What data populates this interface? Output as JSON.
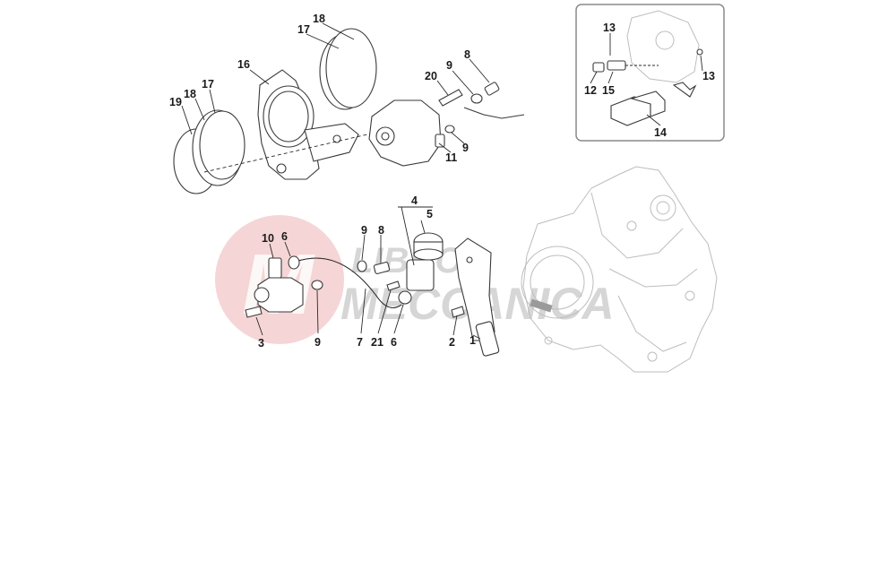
{
  "diagram": {
    "callouts": [
      "18",
      "17",
      "16",
      "18",
      "17",
      "19",
      "20",
      "9",
      "8",
      "9",
      "11",
      "13",
      "12",
      "15",
      "13",
      "14",
      "4",
      "5",
      "10",
      "6",
      "9",
      "8",
      "3",
      "9",
      "7",
      "21",
      "6",
      "2",
      "1"
    ]
  },
  "watermark": {
    "line1": "LIBRO",
    "line2": "MECCANICA",
    "colors": {
      "logo": "#f2c7c7",
      "text": "#c9c9c9"
    }
  }
}
